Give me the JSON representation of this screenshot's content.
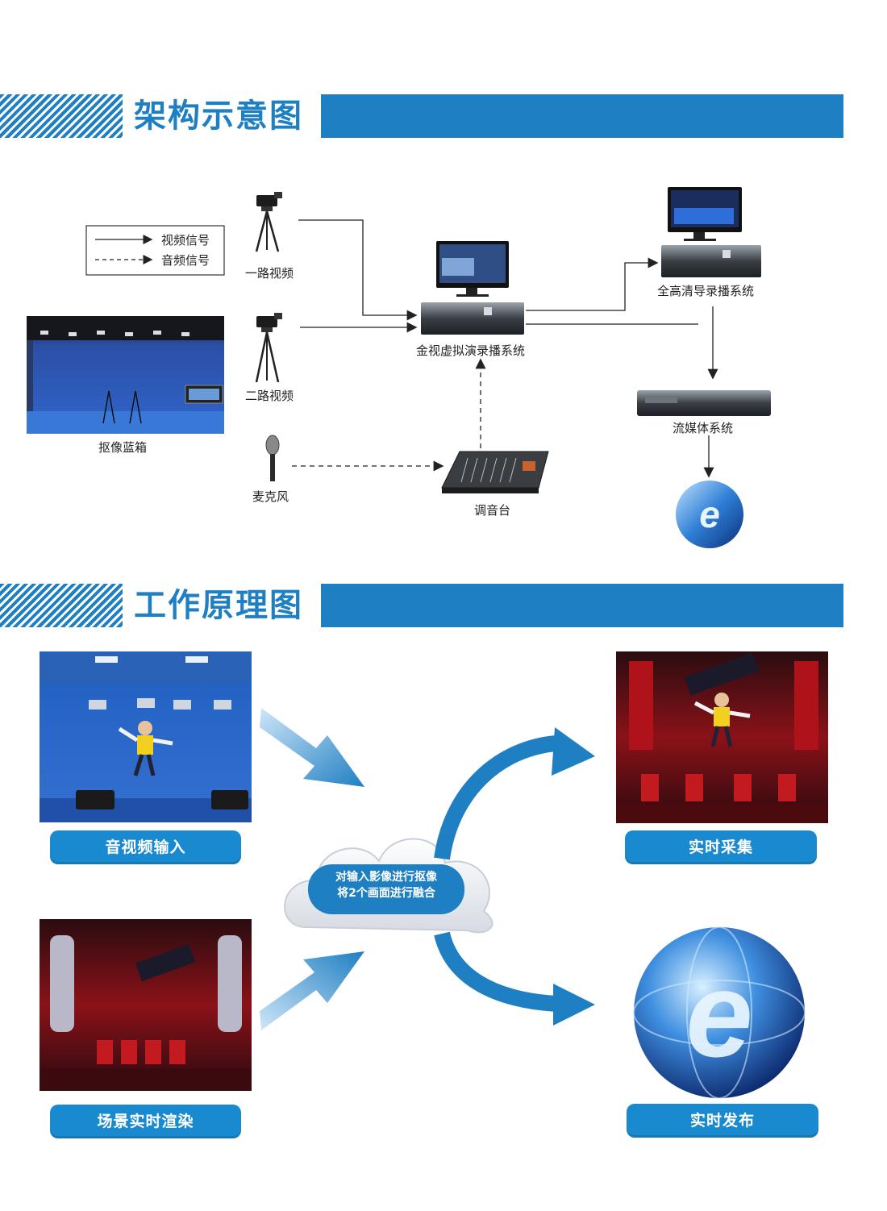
{
  "sections": {
    "architecture_title": "架构示意图",
    "principle_title": "工作原理图"
  },
  "legend": {
    "video_signal": "视频信号",
    "audio_signal": "音频信号"
  },
  "architecture": {
    "camera1": "一路视频",
    "camera2": "二路视频",
    "bluebox": "抠像蓝箱",
    "microphone": "麦克风",
    "mixer": "调音台",
    "virtual_system": "金视虚拟演录播系统",
    "hd_system": "全高清导录播系统",
    "streaming_system": "流媒体系统"
  },
  "principle": {
    "input": "音视频输入",
    "render": "场景实时渲染",
    "cloud_line1": "对输入影像进行抠像",
    "cloud_line2": "将2个画面进行融合",
    "capture": "实时采集",
    "publish": "实时发布"
  },
  "colors": {
    "brand_blue": "#1f7fc3",
    "button_blue": "#1a8ad0"
  }
}
